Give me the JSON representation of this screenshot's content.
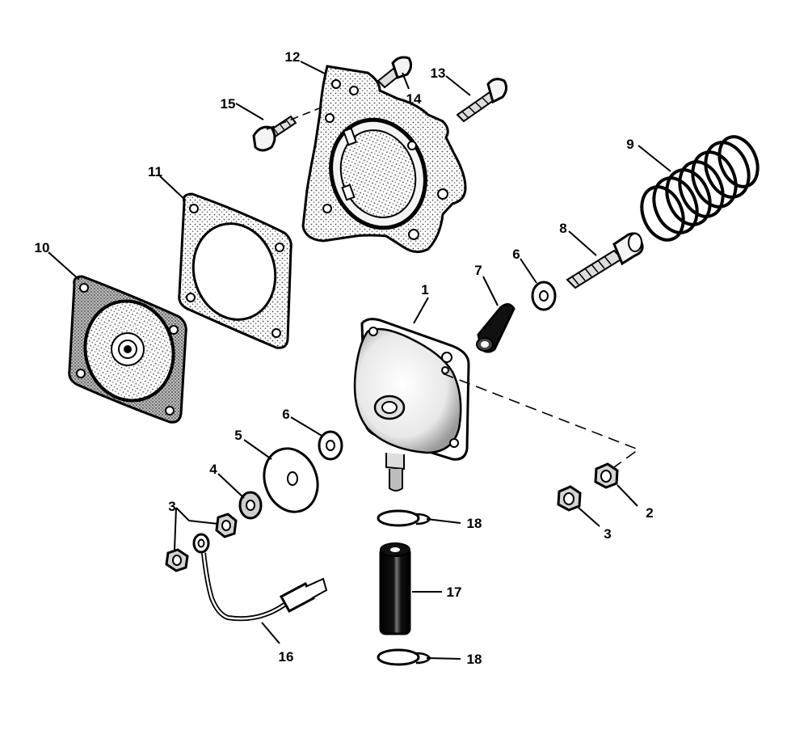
{
  "colors": {
    "ink": "#000000",
    "paper": "#ffffff",
    "screen": "#cfcfcf"
  },
  "parts": [
    {
      "id": "p1",
      "callout": "1",
      "icon": "pump-cover"
    },
    {
      "id": "p2",
      "callout": "2",
      "icon": "hex-nut"
    },
    {
      "id": "p3a",
      "callout": "3",
      "icon": "hex-nut"
    },
    {
      "id": "p3b",
      "callout": "3",
      "icon": "hex-nut-pair"
    },
    {
      "id": "p4",
      "callout": "4",
      "icon": "lock-washer"
    },
    {
      "id": "p5",
      "callout": "5",
      "icon": "plate-washer"
    },
    {
      "id": "p6a",
      "callout": "6",
      "icon": "flat-washer"
    },
    {
      "id": "p6b",
      "callout": "6",
      "icon": "flat-washer"
    },
    {
      "id": "p7",
      "callout": "7",
      "icon": "spring-retainer"
    },
    {
      "id": "p8",
      "callout": "8",
      "icon": "hex-bolt"
    },
    {
      "id": "p9",
      "callout": "9",
      "icon": "coil-spring"
    },
    {
      "id": "p10",
      "callout": "10",
      "icon": "diaphragm"
    },
    {
      "id": "p11",
      "callout": "11",
      "icon": "gasket"
    },
    {
      "id": "p12",
      "callout": "12",
      "icon": "pump-body"
    },
    {
      "id": "p13",
      "callout": "13",
      "icon": "screw"
    },
    {
      "id": "p14",
      "callout": "14",
      "icon": "screw"
    },
    {
      "id": "p15",
      "callout": "15",
      "icon": "screw"
    },
    {
      "id": "p16",
      "callout": "16",
      "icon": "ground-wire"
    },
    {
      "id": "p17",
      "callout": "17",
      "icon": "hose"
    },
    {
      "id": "p18a",
      "callout": "18",
      "icon": "hose-clamp"
    },
    {
      "id": "p18b",
      "callout": "18",
      "icon": "hose-clamp"
    }
  ]
}
